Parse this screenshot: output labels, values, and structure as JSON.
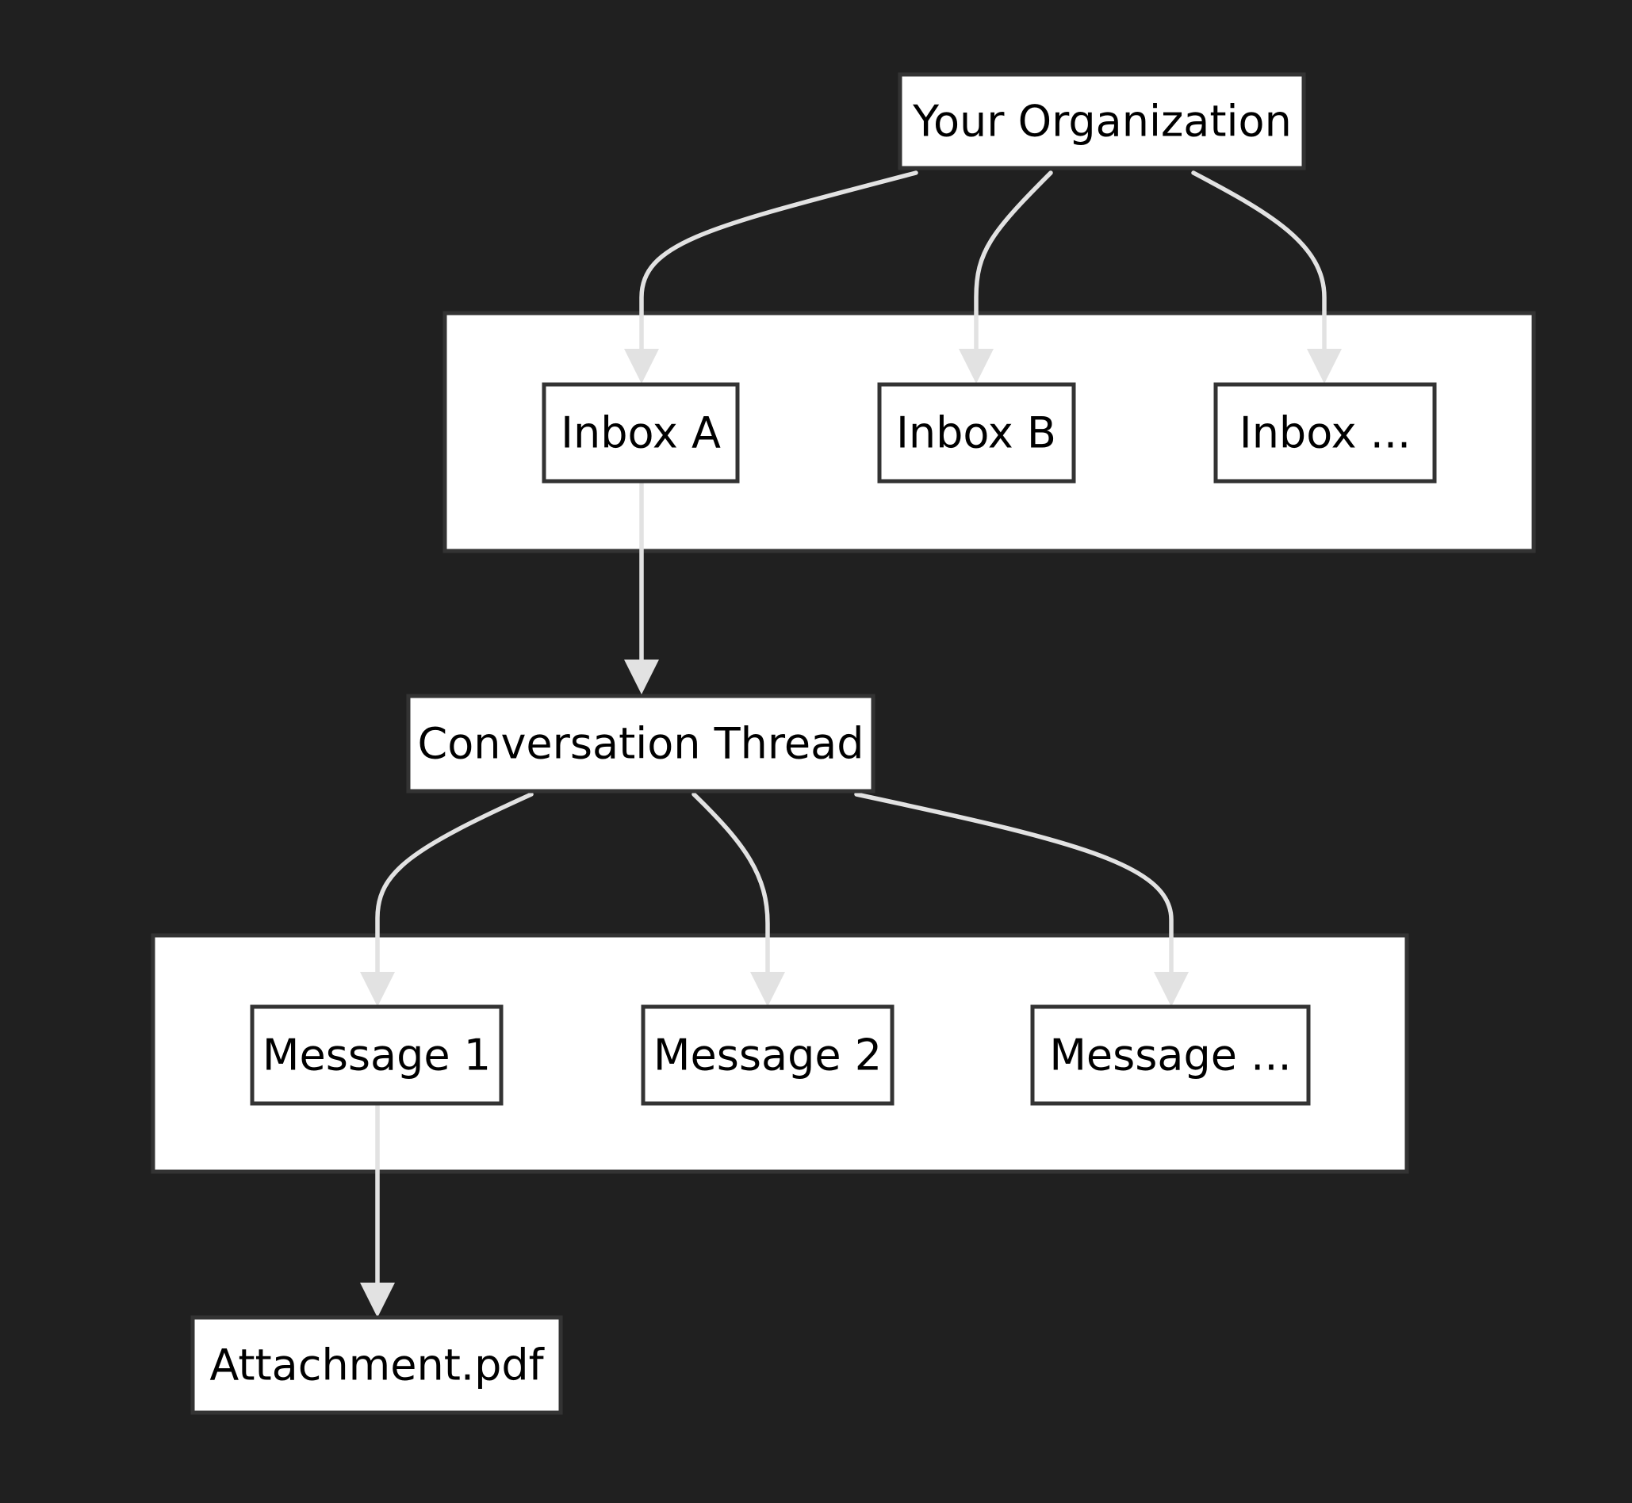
{
  "diagram": {
    "nodes": {
      "org": "Your Organization",
      "inbox_a": "Inbox A",
      "inbox_b": "Inbox B",
      "inbox_more": "Inbox ...",
      "thread": "Conversation Thread",
      "message_1": "Message 1",
      "message_2": "Message 2",
      "message_more": "Message ...",
      "attachment": "Attachment.pdf"
    },
    "edges": [
      {
        "from": "org",
        "to": "inbox_a"
      },
      {
        "from": "org",
        "to": "inbox_b"
      },
      {
        "from": "org",
        "to": "inbox_more"
      },
      {
        "from": "inbox_a",
        "to": "thread"
      },
      {
        "from": "thread",
        "to": "message_1"
      },
      {
        "from": "thread",
        "to": "message_2"
      },
      {
        "from": "thread",
        "to": "message_more"
      },
      {
        "from": "message_1",
        "to": "attachment"
      }
    ],
    "colors": {
      "background": "#202020",
      "node_fill": "#ffffff",
      "node_border": "#333333",
      "edge": "#e2e2e2",
      "text": "#000000"
    }
  }
}
